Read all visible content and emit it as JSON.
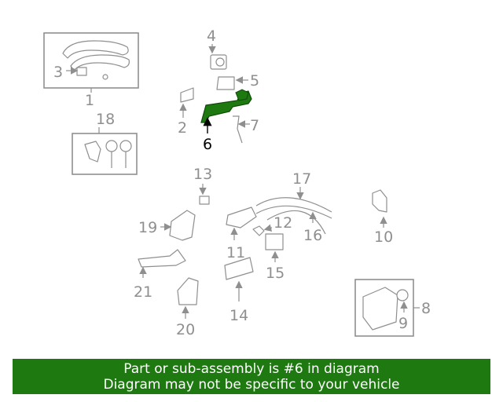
{
  "diagram": {
    "callouts": [
      {
        "id": "1",
        "label": "1"
      },
      {
        "id": "2",
        "label": "2"
      },
      {
        "id": "3",
        "label": "3"
      },
      {
        "id": "4",
        "label": "4"
      },
      {
        "id": "5",
        "label": "5"
      },
      {
        "id": "6",
        "label": "6"
      },
      {
        "id": "7",
        "label": "7"
      },
      {
        "id": "8",
        "label": "8"
      },
      {
        "id": "9",
        "label": "9"
      },
      {
        "id": "10",
        "label": "10"
      },
      {
        "id": "11",
        "label": "11"
      },
      {
        "id": "12",
        "label": "12"
      },
      {
        "id": "13",
        "label": "13"
      },
      {
        "id": "14",
        "label": "14"
      },
      {
        "id": "15",
        "label": "15"
      },
      {
        "id": "16",
        "label": "16"
      },
      {
        "id": "17",
        "label": "17"
      },
      {
        "id": "18",
        "label": "18"
      },
      {
        "id": "19",
        "label": "19"
      },
      {
        "id": "20",
        "label": "20"
      },
      {
        "id": "21",
        "label": "21"
      }
    ],
    "highlighted_part": "6",
    "colors": {
      "outline": "#8f8f8f",
      "highlight_fill": "#1e7a10",
      "highlight_label": "#000000",
      "banner_background": "#1e7a10",
      "banner_text": "#ffffff"
    }
  },
  "banner": {
    "line1": "Part or sub-assembly is #6 in diagram",
    "line2": "Diagram may not be specific to your vehicle"
  }
}
